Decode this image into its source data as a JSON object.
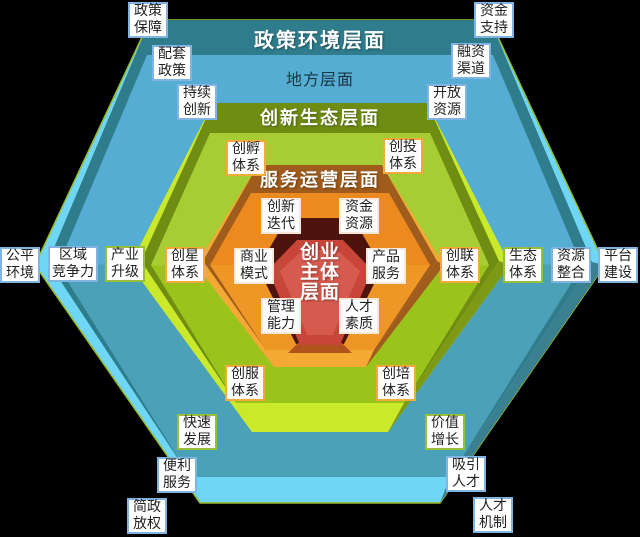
{
  "titles": {
    "layer1": "政策环境层面",
    "layer1_sub": "地方层面",
    "layer2": "创新生态层面",
    "layer3": "服务运营层面",
    "center": "创业\n主体\n层面"
  },
  "colors": {
    "background": "#000000",
    "layer1_rim": "#2f7c8c",
    "layer1_face": "#55add3",
    "layer1_bevel": "#6fd7f5",
    "layer2_rim": "#6f8d12",
    "layer2_face": "#a6cd33",
    "layer2_bevel": "#cbe92b",
    "layer3_rim": "#a05c1c",
    "layer3_face": "#ec8a1f",
    "layer3_bevel": "#f5a935",
    "center_rim": "#4d130d",
    "center_face": "#c8453a",
    "center_inner": "#d65a4e",
    "border_blue": "#82b4e2",
    "border_green": "#97bf3a",
    "border_orange": "#f3a93c"
  },
  "labels": [
    {
      "text": "政策\n保障",
      "style": "blue"
    },
    {
      "text": "配套\n政策",
      "style": "blue"
    },
    {
      "text": "持续\n创新",
      "style": "blue"
    },
    {
      "text": "创孵\n体系",
      "style": "orange"
    },
    {
      "text": "资金\n支持",
      "style": "blue"
    },
    {
      "text": "融资\n渠道",
      "style": "blue"
    },
    {
      "text": "开放\n资源",
      "style": "blue"
    },
    {
      "text": "创投\n体系",
      "style": "orange"
    },
    {
      "text": "创新\n迭代",
      "style": "inner"
    },
    {
      "text": "资金\n资源",
      "style": "inner"
    },
    {
      "text": "公平\n环境",
      "style": "blue"
    },
    {
      "text": "区域\n竞争力",
      "style": "blue"
    },
    {
      "text": "产业\n升级",
      "style": "green"
    },
    {
      "text": "创星\n体系",
      "style": "orange"
    },
    {
      "text": "商业\n模式",
      "style": "inner"
    },
    {
      "text": "产品\n服务",
      "style": "inner"
    },
    {
      "text": "创联\n体系",
      "style": "orange"
    },
    {
      "text": "生态\n体系",
      "style": "green"
    },
    {
      "text": "资源\n整合",
      "style": "blue"
    },
    {
      "text": "平台\n建设",
      "style": "blue"
    },
    {
      "text": "管理\n能力",
      "style": "inner"
    },
    {
      "text": "人才\n素质",
      "style": "inner"
    },
    {
      "text": "创服\n体系",
      "style": "orange"
    },
    {
      "text": "创培\n体系",
      "style": "orange"
    },
    {
      "text": "快速\n发展",
      "style": "green"
    },
    {
      "text": "价值\n增长",
      "style": "green"
    },
    {
      "text": "便利\n服务",
      "style": "blue"
    },
    {
      "text": "吸引\n人才",
      "style": "blue"
    },
    {
      "text": "简政\n放权",
      "style": "blue"
    },
    {
      "text": "人才\n机制",
      "style": "blue"
    }
  ]
}
